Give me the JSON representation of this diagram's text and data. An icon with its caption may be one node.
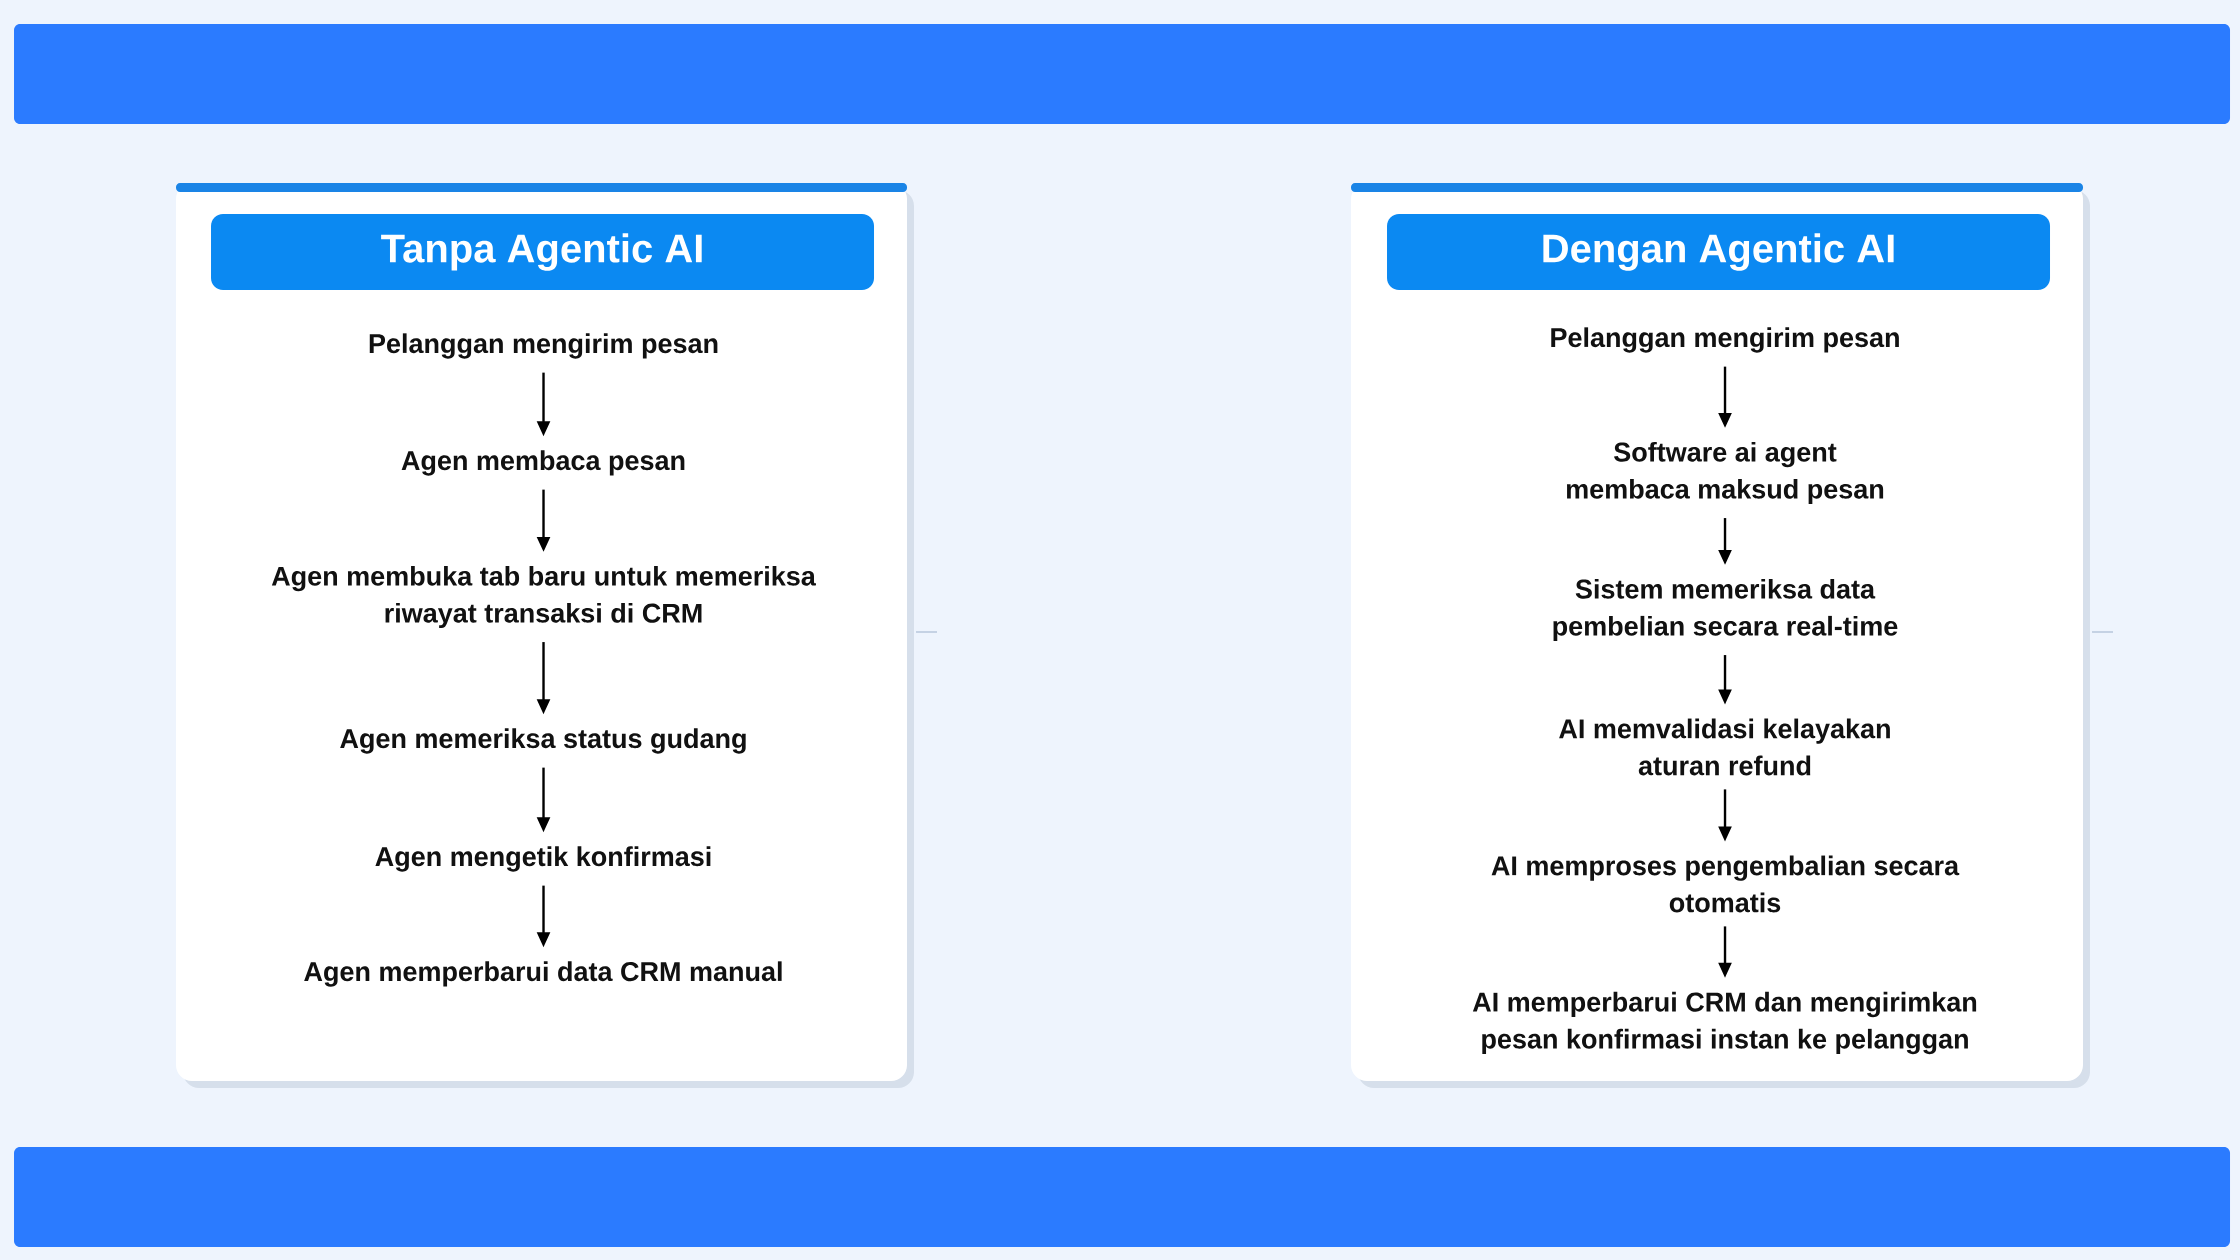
{
  "diagram": {
    "nodes": [
      {
        "text": [],
        "shape": "box"
      },
      {
        "text": [
          "Tanpa Agentic AI"
        ],
        "in": 0
      },
      {
        "text": [
          "Pelanggan mengirim pesan"
        ],
        "in": 0
      },
      {
        "text": [
          "Agen membaca pesan"
        ],
        "in": 0
      },
      {
        "text": [
          "Agen membuka tab baru untuk memeriksa riwayat transaksi di CRM"
        ],
        "in": 0
      },
      {
        "text": [
          "Agen memeriksa status gudang"
        ],
        "in": 0
      },
      {
        "text": [
          "Agen mengetik konfirmasi"
        ],
        "in": 0
      },
      {
        "text": [
          "Agen memperbarui data CRM manual"
        ],
        "in": 0
      },
      {
        "text": [],
        "shape": "box"
      },
      {
        "text": [
          "Dengan Agentic AI"
        ],
        "in": 8
      },
      {
        "text": [
          "Pelanggan mengirim pesan"
        ],
        "in": 8
      },
      {
        "text": [
          "Software ai agent membaca maksud pesan"
        ],
        "in": 8
      },
      {
        "text": [
          "Sistem memeriksa data pembelian secara real-time"
        ],
        "in": 8
      },
      {
        "text": [
          "AI memvalidasi kelayakan aturan refund"
        ],
        "in": 8
      },
      {
        "text": [
          "AI memproses pengembalian secara otomatis"
        ],
        "in": 8
      },
      {
        "text": [
          "AI memperbarui CRM dan mengirimkan pesan konfirmasi instan ke pelanggan"
        ],
        "in": 8
      }
    ],
    "edges": [
      {
        "from": 2,
        "to": 3,
        "arrow": "to"
      },
      {
        "from": 3,
        "to": 4,
        "arrow": "to"
      },
      {
        "from": 4,
        "to": 5,
        "arrow": "to"
      },
      {
        "from": 5,
        "to": 6,
        "arrow": "to"
      },
      {
        "from": 6,
        "to": 7,
        "arrow": "to"
      },
      {
        "from": 10,
        "to": 11,
        "arrow": "to"
      },
      {
        "from": 11,
        "to": 12,
        "arrow": "to"
      },
      {
        "from": 12,
        "to": 13,
        "arrow": "to"
      },
      {
        "from": 13,
        "to": 14,
        "arrow": "to"
      },
      {
        "from": 14,
        "to": 15,
        "arrow": "to"
      }
    ]
  }
}
